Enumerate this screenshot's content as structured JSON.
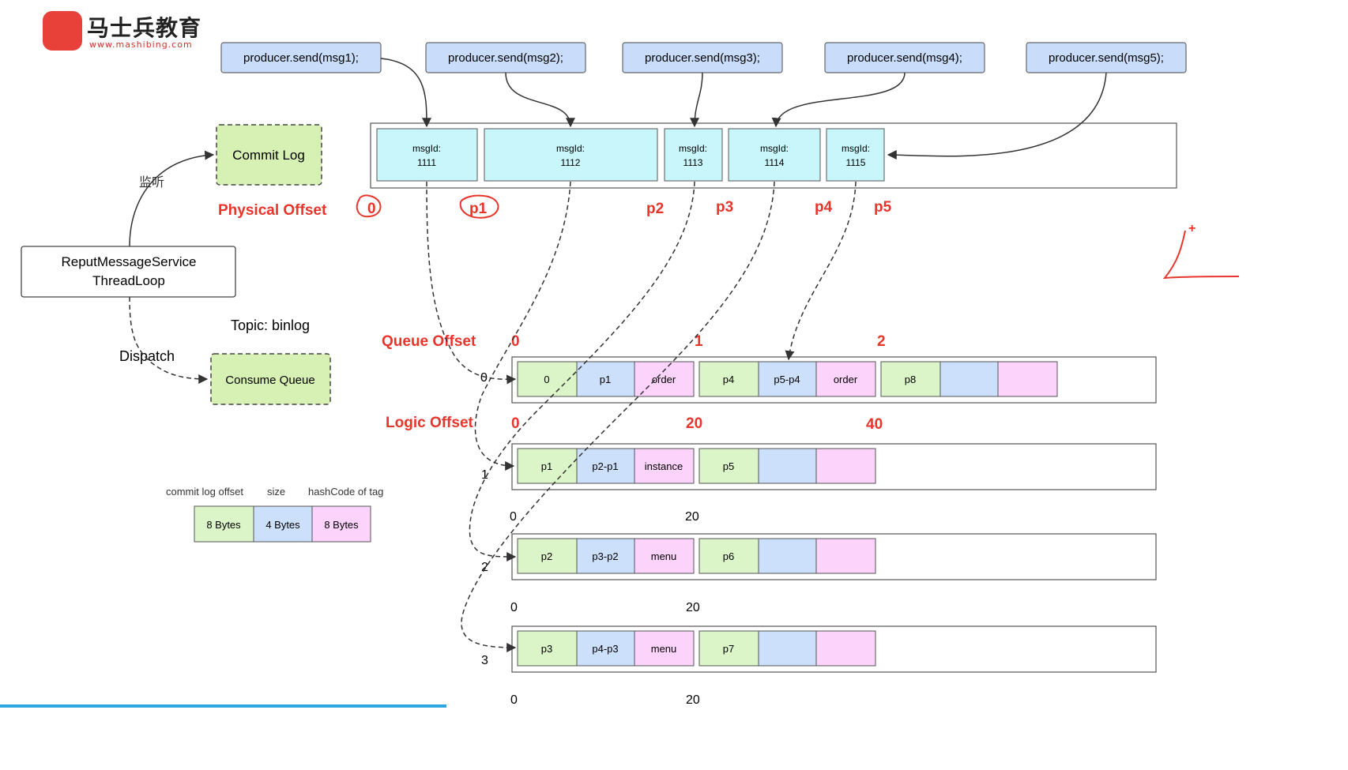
{
  "logo": {
    "brand": "马士兵教育",
    "url": "www.mashibing.com"
  },
  "producers": [
    "producer.send(msg1);",
    "producer.send(msg2);",
    "producer.send(msg3);",
    "producer.send(msg4);",
    "producer.send(msg5);"
  ],
  "commit_log_messages": [
    {
      "label": "msgId:",
      "id": "1111"
    },
    {
      "label": "msgId:",
      "id": "1112"
    },
    {
      "label": "msgId:",
      "id": "1113"
    },
    {
      "label": "msgId:",
      "id": "1114"
    },
    {
      "label": "msgId:",
      "id": "1115"
    }
  ],
  "physical_offset": {
    "label": "Physical Offset",
    "markers": [
      "0",
      "p1",
      "p2",
      "p3",
      "p4",
      "p5"
    ]
  },
  "left_panel": {
    "commit_log": "Commit Log",
    "listen": "监听",
    "reput_service_line1": "ReputMessageService",
    "reput_service_line2": "ThreadLoop",
    "topic": "Topic: binlog",
    "dispatch": "Dispatch",
    "consume_queue": "Consume Queue"
  },
  "queue_offset": {
    "label": "Queue Offset",
    "values": [
      "0",
      "1",
      "2"
    ]
  },
  "logic_offset": {
    "label": "Logic Offset",
    "values": [
      "0",
      "20",
      "40"
    ]
  },
  "consume_queues": [
    {
      "index": "0",
      "cells": [
        "0",
        "p1",
        "order",
        "p4",
        "p5-p4",
        "order",
        "p8",
        "",
        ""
      ]
    },
    {
      "index": "1",
      "cells": [
        "p1",
        "p2-p1",
        "instance",
        "p5",
        "",
        ""
      ],
      "offsets": [
        "0",
        "20"
      ]
    },
    {
      "index": "2",
      "cells": [
        "p2",
        "p3-p2",
        "menu",
        "p6",
        "",
        ""
      ],
      "offsets": [
        "0",
        "20"
      ]
    },
    {
      "index": "3",
      "cells": [
        "p3",
        "p4-p3",
        "menu",
        "p7",
        "",
        ""
      ],
      "offsets": [
        "0",
        "20"
      ]
    }
  ],
  "legend": {
    "headers": [
      "commit log offset",
      "size",
      "hashCode of tag"
    ],
    "cells": [
      "8 Bytes",
      "4 Bytes",
      "8 Bytes"
    ]
  },
  "annotation": {
    "mark": "+"
  },
  "colors": {
    "green_cell": "#dcf5c8",
    "blue_cell": "#cde0fb",
    "pink_cell": "#fbd3fb",
    "cyan_cell": "#c8f6fb",
    "producer_fill": "#c9dcf9",
    "dashed_green": "#d7f0b4",
    "red_text": "#e8352c"
  }
}
